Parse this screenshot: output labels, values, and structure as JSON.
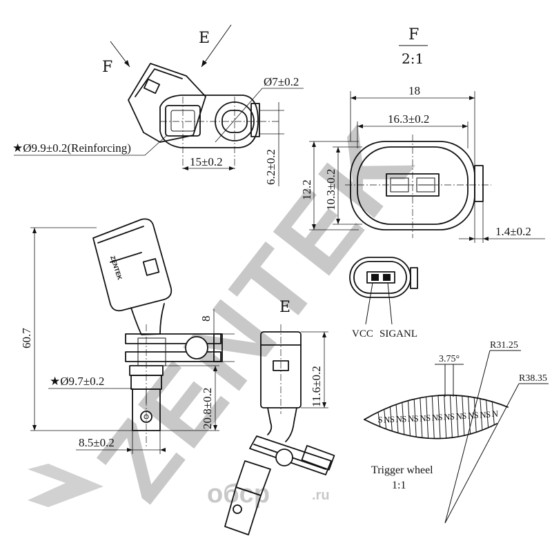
{
  "views": {
    "top_view_label_f": "F",
    "top_view_label_e": "E",
    "detail_f_label": "F",
    "detail_f_scale": "2:1",
    "view_e_label": "E"
  },
  "dimensions": {
    "hole_diameter": "Ø7±0.2",
    "reinforcing_diameter": "★Ø9.9±0.2(Reinforcing)",
    "center_distance": "15±0.2",
    "height_small": "6.2±0.2",
    "connector_width": "18",
    "connector_inner_width": "16.3±0.2",
    "connector_height": "12.2",
    "connector_inner_height": "10.3±0.2",
    "latch_offset": "1.4±0.2",
    "total_length": "60.7",
    "tab_thickness": "8",
    "sensor_diameter": "★Ø9.7±0.2",
    "tip_length": "20.8±0.2",
    "tip_offset": "8.5±0.2",
    "head_length": "11.6±0.2"
  },
  "pins": {
    "vcc": "VCC",
    "signal": "SIGANL"
  },
  "trigger_wheel": {
    "angle": "3.75°",
    "inner_radius": "R31.25",
    "outer_radius": "R38.35",
    "segments": [
      "S",
      "N",
      "S",
      "N",
      "S",
      "N",
      "S",
      "N",
      "S",
      "N",
      "S",
      "N",
      "S",
      "N",
      "S",
      "N",
      "S",
      "N",
      "S",
      "N"
    ],
    "title": "Trigger wheel",
    "scale": "1:1"
  },
  "watermark": {
    "brand": "ZENTEK",
    "site": "oбcp",
    "site_suffix": ".ru"
  }
}
